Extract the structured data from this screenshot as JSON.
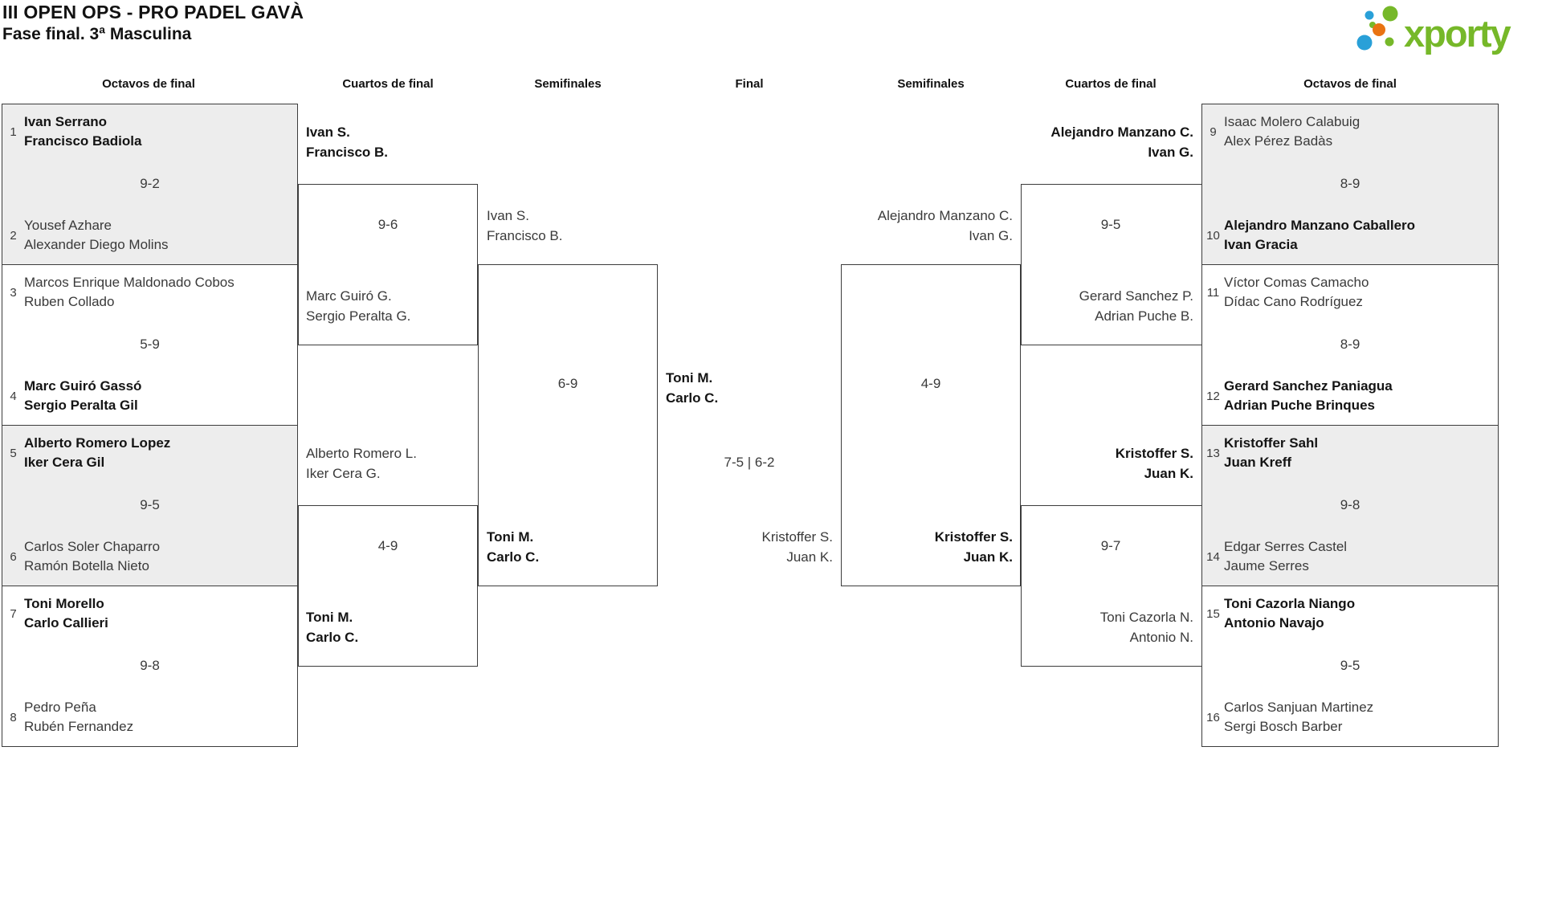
{
  "tournament": {
    "title": "III OPEN OPS - PRO PADEL GAVÀ",
    "subtitle": "Fase final. 3ª Masculina"
  },
  "logo": {
    "text": "xporty"
  },
  "round_headers": {
    "left_r16": "Octavos de final",
    "left_qf": "Cuartos de final",
    "left_sf": "Semifinales",
    "final": "Final",
    "right_sf": "Semifinales",
    "right_qf": "Cuartos de final",
    "right_r16": "Octavos de final"
  },
  "r16": [
    {
      "seed_a": "1",
      "team_a": [
        "Ivan Serrano",
        "Francisco Badiola"
      ],
      "score": "9-2",
      "seed_b": "2",
      "team_b": [
        "Yousef Azhare",
        "Alexander Diego Molins"
      ]
    },
    {
      "seed_a": "3",
      "team_a": [
        "Marcos Enrique Maldonado Cobos",
        "Ruben Collado"
      ],
      "score": "5-9",
      "seed_b": "4",
      "team_b": [
        "Marc Guiró Gassó",
        "Sergio Peralta Gil"
      ]
    },
    {
      "seed_a": "5",
      "team_a": [
        "Alberto Romero Lopez",
        "Iker Cera Gil"
      ],
      "score": "9-5",
      "seed_b": "6",
      "team_b": [
        "Carlos Soler Chaparro",
        "Ramón Botella Nieto"
      ]
    },
    {
      "seed_a": "7",
      "team_a": [
        "Toni Morello",
        "Carlo Callieri"
      ],
      "score": "9-8",
      "seed_b": "8",
      "team_b": [
        "Pedro Peña",
        "Rubén Fernandez"
      ]
    },
    {
      "seed_a": "9",
      "team_a": [
        "Isaac Molero Calabuig",
        "Alex Pérez Badàs"
      ],
      "score": "8-9",
      "seed_b": "10",
      "team_b": [
        "Alejandro Manzano Caballero",
        "Ivan Gracia"
      ]
    },
    {
      "seed_a": "11",
      "team_a": [
        "Víctor Comas Camacho",
        "Dídac Cano Rodríguez"
      ],
      "score": "8-9",
      "seed_b": "12",
      "team_b": [
        "Gerard Sanchez Paniagua",
        "Adrian Puche Brinques"
      ]
    },
    {
      "seed_a": "13",
      "team_a": [
        "Kristoffer Sahl",
        "Juan Kreff"
      ],
      "score": "9-8",
      "seed_b": "14",
      "team_b": [
        "Edgar Serres Castel",
        "Jaume Serres"
      ]
    },
    {
      "seed_a": "15",
      "team_a": [
        "Toni Cazorla Niango",
        "Antonio Navajo"
      ],
      "score": "9-5",
      "seed_b": "16",
      "team_b": [
        "Carlos Sanjuan Martinez",
        "Sergi Bosch Barber"
      ]
    }
  ],
  "qf": [
    {
      "top": [
        "Ivan S.",
        "Francisco B."
      ],
      "score": "9-6",
      "bottom": [
        "Marc Guiró G.",
        "Sergio Peralta G."
      ]
    },
    {
      "top": [
        "Alberto Romero L.",
        "Iker Cera G."
      ],
      "score": "4-9",
      "bottom": [
        "Toni M.",
        "Carlo C."
      ]
    },
    {
      "top": [
        "Alejandro Manzano C.",
        "Ivan G."
      ],
      "score": "9-5",
      "bottom": [
        "Gerard Sanchez P.",
        "Adrian Puche B."
      ]
    },
    {
      "top": [
        "Kristoffer S.",
        "Juan K."
      ],
      "score": "9-7",
      "bottom": [
        "Toni Cazorla N.",
        "Antonio N."
      ]
    }
  ],
  "sf": [
    {
      "top": [
        "Ivan S.",
        "Francisco B."
      ],
      "score": "6-9",
      "bottom": [
        "Toni M.",
        "Carlo C."
      ]
    },
    {
      "top": [
        "Alejandro Manzano C.",
        "Ivan G."
      ],
      "score": "4-9",
      "bottom": [
        "Kristoffer S.",
        "Juan K."
      ]
    }
  ],
  "final": {
    "winner": [
      "Toni M.",
      "Carlo C."
    ],
    "score": "7-5 | 6-2",
    "runner_up": [
      "Kristoffer S.",
      "Juan K."
    ]
  },
  "colors": {
    "logo_green": "#76b829",
    "logo_blue": "#29a0d8",
    "logo_orange": "#e97312",
    "shaded_match": "#ededed",
    "border": "#3c3c3c"
  }
}
